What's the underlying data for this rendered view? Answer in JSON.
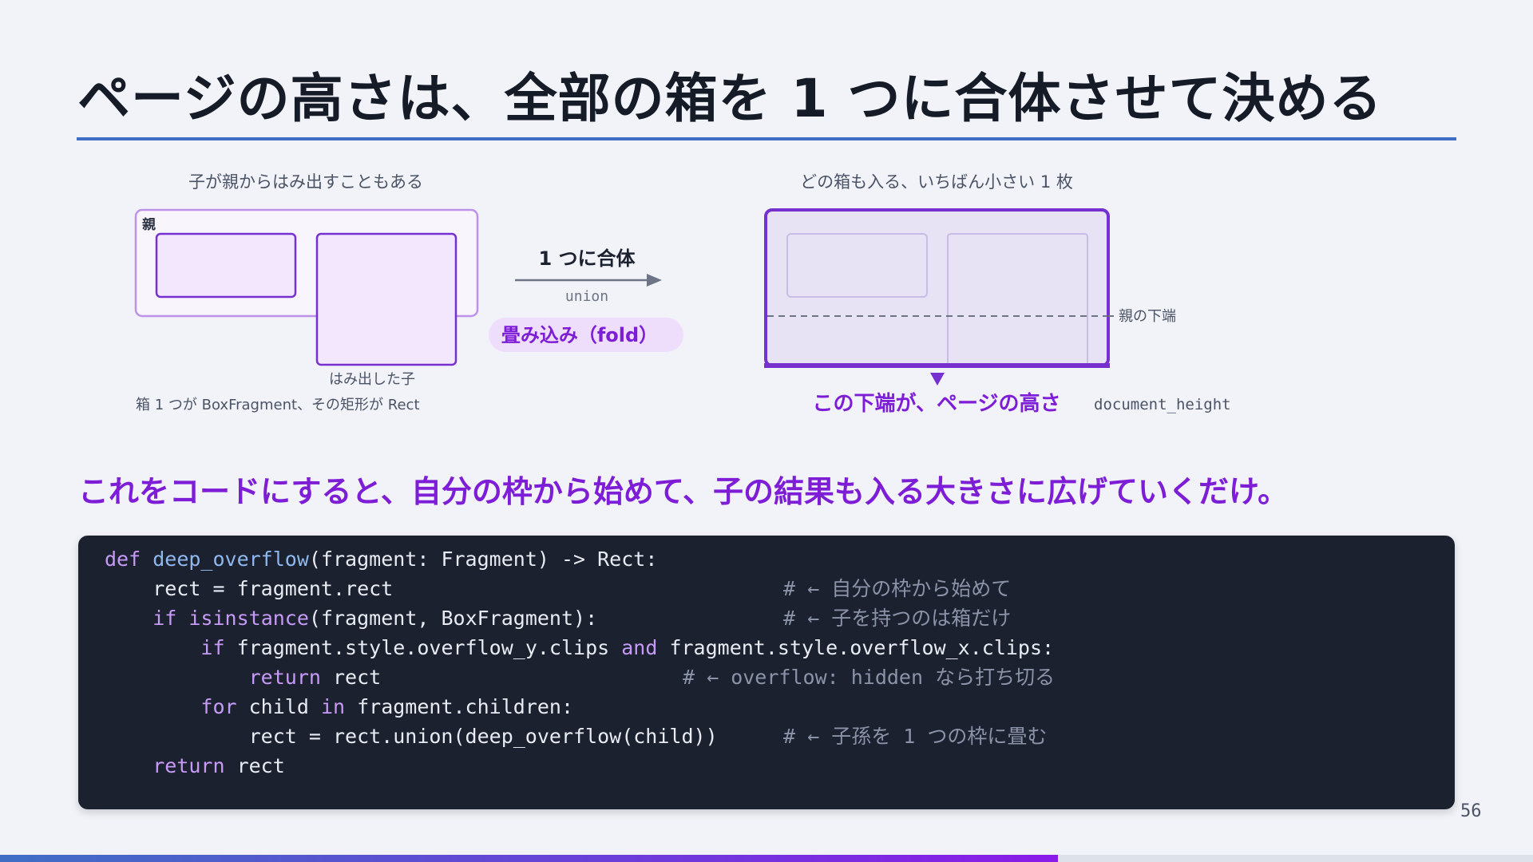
{
  "slide": {
    "title": "ページの高さは、全部の箱を 1 つに合体させて決める",
    "summary": "これをコードにすると、自分の枠から始めて、子の結果も入る大きさに広げていくだけ。",
    "page_number": "56",
    "progress": 0.69
  },
  "diagram": {
    "left": {
      "caption": "子が親からはみ出すこともある",
      "parent_label": "親",
      "overflow_label": "はみ出した子",
      "note": "箱 1 つが BoxFragment、その矩形が Rect"
    },
    "middle": {
      "label": "1 つに合体",
      "sublabel": "union",
      "badge": "畳み込み（fold）"
    },
    "right": {
      "caption": "どの箱も入る、いちばん小さい 1 枚",
      "parent_bottom_label": "親の下端",
      "result_label": "この下端が、ページの高さ",
      "result_code": "document_height"
    }
  },
  "code": {
    "lines": [
      [
        {
          "t": "def",
          "c": "kw"
        },
        {
          "t": " "
        },
        {
          "t": "deep_overflow",
          "c": "fn"
        },
        {
          "t": "(fragment: Fragment) -> Rect:"
        }
      ],
      [
        {
          "t": "    rect = fragment.rect"
        }
      ],
      [
        {
          "t": "    "
        },
        {
          "t": "if",
          "c": "kw"
        },
        {
          "t": " "
        },
        {
          "t": "isinstance",
          "c": "kw"
        },
        {
          "t": "(fragment, BoxFragment):"
        }
      ],
      [
        {
          "t": "        "
        },
        {
          "t": "if",
          "c": "kw"
        },
        {
          "t": " fragment.style.overflow_y.clips "
        },
        {
          "t": "and",
          "c": "kw"
        },
        {
          "t": " fragment.style.overflow_x.clips:"
        }
      ],
      [
        {
          "t": "            "
        },
        {
          "t": "return",
          "c": "kw"
        },
        {
          "t": " rect"
        }
      ],
      [
        {
          "t": "        "
        },
        {
          "t": "for",
          "c": "kw"
        },
        {
          "t": " child "
        },
        {
          "t": "in",
          "c": "kw"
        },
        {
          "t": " fragment.children:"
        }
      ],
      [
        {
          "t": "            rect = rect.union(deep_overflow(child))"
        }
      ],
      [
        {
          "t": "    "
        },
        {
          "t": "return",
          "c": "kw"
        },
        {
          "t": " rect"
        }
      ]
    ],
    "comments": [
      {
        "line": 1,
        "text": "# ← 自分の枠から始めて"
      },
      {
        "line": 2,
        "text": "# ← 子を持つのは箱だけ"
      },
      {
        "line": 4,
        "text": "# ← overflow: hidden なら打ち切る"
      },
      {
        "line": 6,
        "text": "# ← 子孫を 1 つの枠に畳む"
      }
    ]
  },
  "colors": {
    "accent_blue": "#3f6fc4",
    "accent_purple": "#7d1dd6",
    "code_background": "#1c2130"
  }
}
